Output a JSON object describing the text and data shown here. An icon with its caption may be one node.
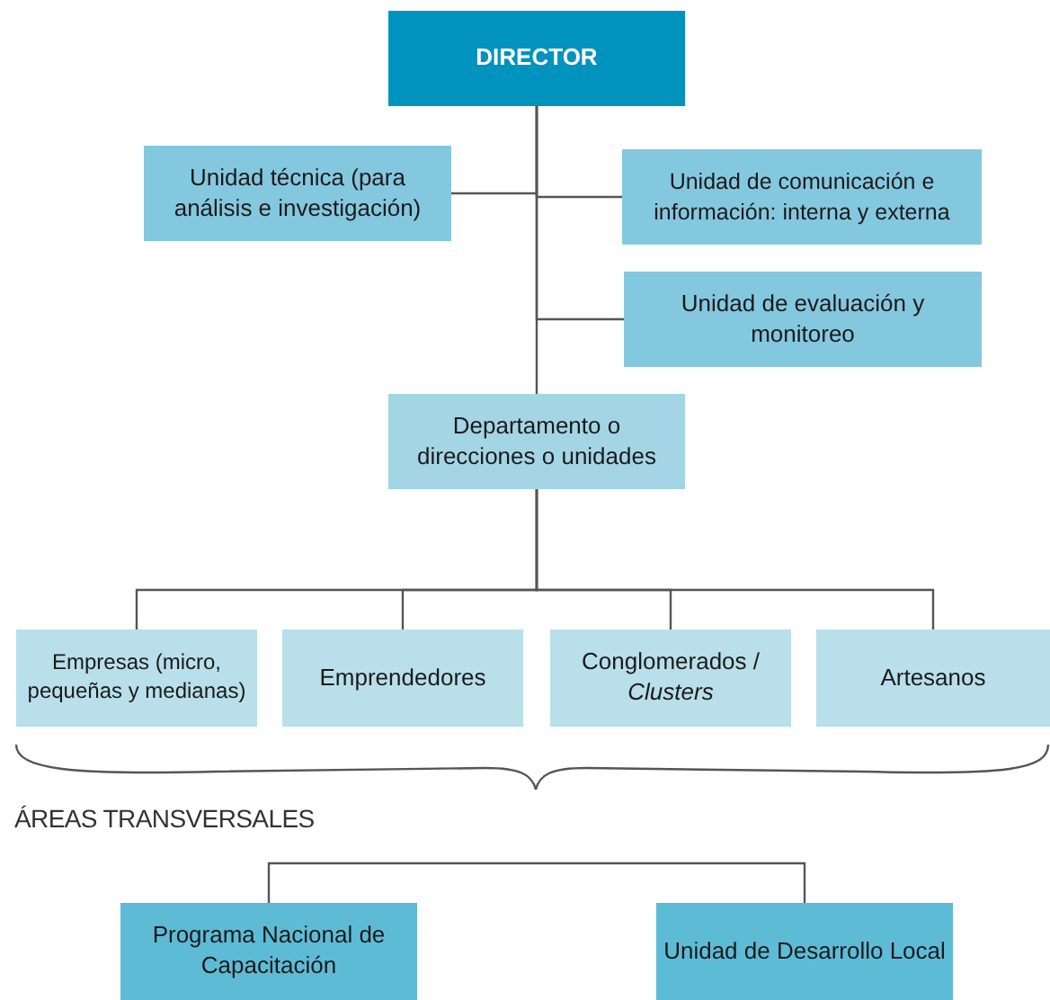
{
  "diagram": {
    "nodes": [
      {
        "text": [
          "DIRECTOR"
        ]
      },
      {
        "text": [
          "Unidad técnica (para análisis e investigación)"
        ]
      },
      {
        "text": [
          "Unidad de comunicación e información: interna y externa"
        ]
      },
      {
        "text": [
          "Unidad de evaluación y monitoreo"
        ]
      },
      {
        "text": [
          "Departamento o direcciones o unidades"
        ]
      },
      {
        "text": [
          "Empresas (micro, pequeñas y medianas)"
        ]
      },
      {
        "text": [
          "Emprendedores"
        ]
      },
      {
        "text": [
          "Conglomerados / *Clusters*"
        ]
      },
      {
        "text": [
          "Artesanos"
        ]
      },
      {
        "text": [
          "Programa Nacional de Capacitación"
        ]
      },
      {
        "text": [
          "Unidad de Desarrollo Local"
        ]
      }
    ],
    "edges": [
      {
        "from": 0,
        "to": 1,
        "arrow": "none"
      },
      {
        "from": 0,
        "to": 2,
        "arrow": "none"
      },
      {
        "from": 0,
        "to": 3,
        "arrow": "none"
      },
      {
        "from": 0,
        "to": 4,
        "arrow": "none"
      },
      {
        "from": 4,
        "to": 5,
        "arrow": "none"
      },
      {
        "from": 4,
        "to": 6,
        "arrow": "none"
      },
      {
        "from": 4,
        "to": 7,
        "arrow": "none"
      },
      {
        "from": 4,
        "to": 8,
        "arrow": "none"
      },
      {
        "from": 9,
        "to": 10,
        "arrow": "none"
      }
    ],
    "labels": [
      "ÁREAS TRANSVERSALES"
    ]
  }
}
